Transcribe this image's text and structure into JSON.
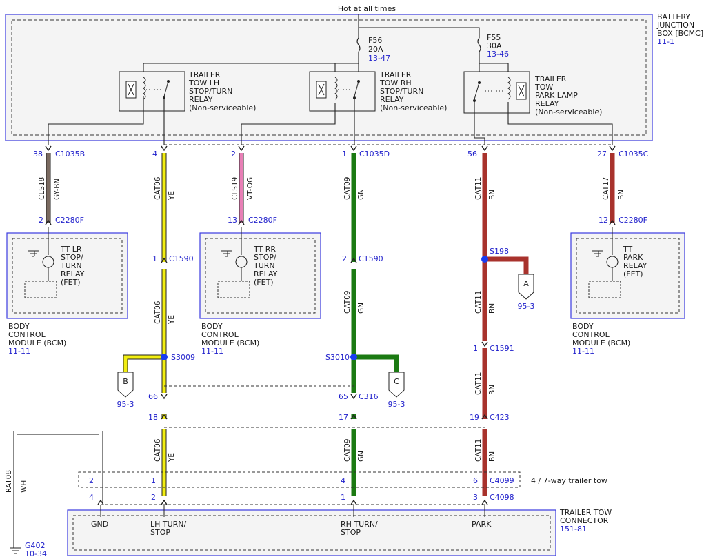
{
  "header": {
    "power_label": "Hot at all times"
  },
  "bcmc": {
    "name_lines": [
      "BATTERY",
      "JUNCTION",
      "BOX [BCMC]"
    ],
    "ref": "11-1"
  },
  "fuses": [
    {
      "name": "F56",
      "rating": "20A",
      "ref": "13-47"
    },
    {
      "name": "F55",
      "rating": "30A",
      "ref": "13-46"
    }
  ],
  "relays": [
    {
      "lines": [
        "TRAILER",
        "TOW LH",
        "STOP/TURN",
        "RELAY",
        "(Non-serviceable)"
      ]
    },
    {
      "lines": [
        "TRAILER",
        "TOW RH",
        "STOP/TURN",
        "RELAY",
        "(Non-serviceable)"
      ]
    },
    {
      "lines": [
        "TRAILER",
        "TOW",
        "PARK LAMP",
        "RELAY",
        "(Non-serviceable)"
      ]
    }
  ],
  "bcm_modules": [
    {
      "fet_lines": [
        "TT LR",
        "STOP/",
        "TURN",
        "RELAY",
        "(FET)"
      ],
      "name_lines": [
        "BODY",
        "CONTROL",
        "MODULE (BCM)"
      ],
      "ref": "11-11"
    },
    {
      "fet_lines": [
        "TT RR",
        "STOP/",
        "TURN",
        "RELAY",
        "(FET)"
      ],
      "name_lines": [
        "BODY",
        "CONTROL",
        "MODULE (BCM)"
      ],
      "ref": "11-11"
    },
    {
      "fet_lines": [
        "TT",
        "PARK",
        "RELAY",
        "(FET)"
      ],
      "name_lines": [
        "BODY",
        "CONTROL",
        "MODULE (BCM)"
      ],
      "ref": "11-11"
    }
  ],
  "wires": [
    {
      "circuit": "CLS18",
      "color": "GY-BN",
      "hex": "#7a6a60"
    },
    {
      "circuit": "CAT06",
      "color": "YE",
      "hex": "#f2ee10"
    },
    {
      "circuit": "CLS19",
      "color": "VT-OG",
      "hex": "#e87fb6"
    },
    {
      "circuit": "CAT09",
      "color": "GN",
      "hex": "#1b7a12"
    },
    {
      "circuit": "CAT11",
      "color": "BN",
      "hex": "#a8322c"
    },
    {
      "circuit": "CAT17",
      "color": "BN",
      "hex": "#a8322c"
    },
    {
      "circuit": "RAT08",
      "color": "WH",
      "hex": "#ffffff"
    }
  ],
  "pins": {
    "c1035b": {
      "pin": "38",
      "connector": "C1035B"
    },
    "c1035_cat06": {
      "pin": "4"
    },
    "c1035_cls19": {
      "pin": "2"
    },
    "c1035d": {
      "pin": "1",
      "connector": "C1035D"
    },
    "c1035_cat11": {
      "pin": "56"
    },
    "c1035c": {
      "pin": "27",
      "connector": "C1035C"
    },
    "c2280_cls18": {
      "pin": "2",
      "connector": "C2280F"
    },
    "c2280_cls19": {
      "pin": "13",
      "connector": "C2280F"
    },
    "c2280_cat17": {
      "pin": "12",
      "connector": "C2280F"
    },
    "c1590_ye": {
      "pin": "1",
      "connector": "C1590"
    },
    "c1590_gn": {
      "pin": "2",
      "connector": "C1590"
    },
    "c1591": {
      "pin": "1",
      "connector": "C1591"
    },
    "c316_ye": {
      "pin": "66"
    },
    "c316_gn": {
      "pin": "65",
      "connector": "C316"
    },
    "c423_ye": {
      "pin": "18"
    },
    "c423_gn": {
      "pin": "17"
    },
    "c423_bn": {
      "pin": "19",
      "connector": "C423"
    },
    "c4099_gnd": {
      "pin": "2"
    },
    "c4099_ye": {
      "pin": "1"
    },
    "c4099_gn": {
      "pin": "4"
    },
    "c4099_bn": {
      "pin": "6",
      "connector": "C4099"
    },
    "c4098_gnd": {
      "pin": "4"
    },
    "c4098_ye": {
      "pin": "2"
    },
    "c4098_gn": {
      "pin": "1"
    },
    "c4098_bn": {
      "pin": "3",
      "connector": "C4098"
    }
  },
  "splices": [
    {
      "name": "S198"
    },
    {
      "name": "S3009"
    },
    {
      "name": "S3010"
    }
  ],
  "offpage": [
    {
      "letter": "A",
      "ref": "95-3"
    },
    {
      "letter": "B",
      "ref": "95-3"
    },
    {
      "letter": "C",
      "ref": "95-3"
    }
  ],
  "trailer_tow_note": "4 / 7-way trailer tow",
  "trailer_connector": {
    "name_lines": [
      "TRAILER TOW",
      "CONNECTOR"
    ],
    "ref": "151-81",
    "terminals": [
      "GND",
      "LH TURN/",
      "STOP",
      "RH TURN/",
      "STOP",
      "PARK"
    ]
  },
  "ground": {
    "name": "G402",
    "ref": "10-34"
  }
}
